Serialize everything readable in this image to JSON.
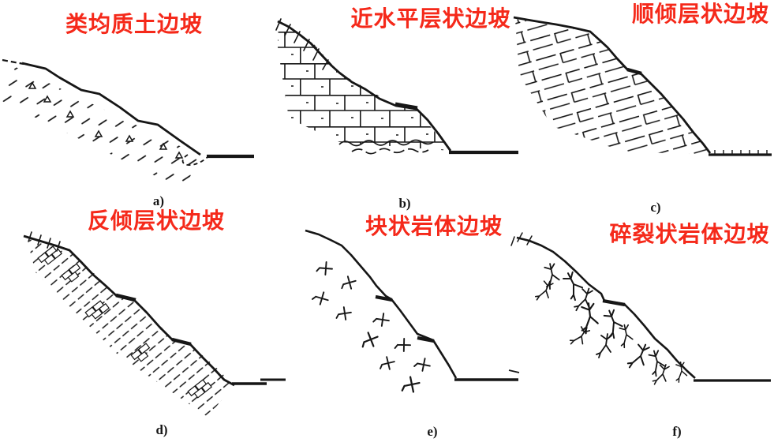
{
  "colors": {
    "title_red": "#f5291a",
    "ink": "#161616",
    "background": "#ffffff"
  },
  "figure": {
    "panels": [
      {
        "id": "a",
        "title": "类均质土边坡",
        "caption": "a)",
        "sketch": "quasi-homogeneous-soil-slope"
      },
      {
        "id": "b",
        "title": "近水平层状边坡",
        "caption": "b)",
        "sketch": "near-horizontal-bedded-slope"
      },
      {
        "id": "c",
        "title": "顺倾层状边坡",
        "caption": "c)",
        "sketch": "dip-bedded-slope"
      },
      {
        "id": "d",
        "title": "反倾层状边坡",
        "caption": "d)",
        "sketch": "anti-dip-bedded-slope"
      },
      {
        "id": "e",
        "title": "块状岩体边坡",
        "caption": "e)",
        "sketch": "blocky-rock-mass-slope"
      },
      {
        "id": "f",
        "title": "碎裂状岩体边坡",
        "caption": "f)",
        "sketch": "cataclastic-rock-mass-slope"
      }
    ]
  }
}
